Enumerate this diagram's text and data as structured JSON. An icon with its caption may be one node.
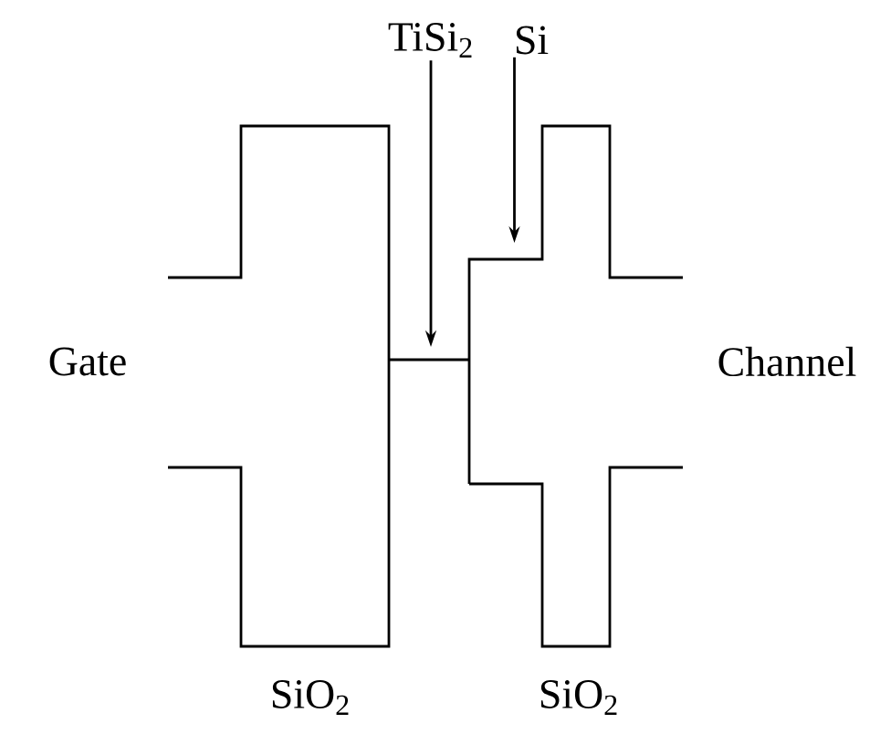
{
  "diagram": {
    "nodes": [
      {
        "text": [
          "TiSi$_{2}$"
        ]
      },
      {
        "text": [
          "Si"
        ]
      }
    ],
    "edges": [
      {
        "from": 0,
        "to": null,
        "arrow": "to"
      },
      {
        "from": 1,
        "to": null,
        "arrow": "to"
      }
    ],
    "labels": [
      "Gate",
      "Channel",
      "SiO$_{2}$",
      "SiO$_{2}$"
    ]
  }
}
